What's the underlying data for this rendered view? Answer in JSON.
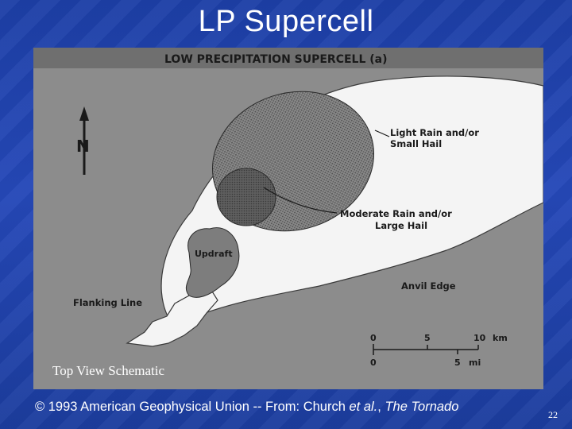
{
  "slide": {
    "title": "LP Supercell",
    "caption": "Top View Schematic",
    "credit_prefix": "© 1993 American Geophysical Union -- From: Church ",
    "credit_etal": "et al.",
    "credit_sep": ", ",
    "credit_source": "The Tornado",
    "page_number": "22"
  },
  "figure": {
    "heading": "LOW PRECIPITATION SUPERCELL (a)",
    "north_label": "N",
    "labels": {
      "light_rain_line1": "Light Rain and/or",
      "light_rain_line2": "Small Hail",
      "moderate_rain_line1": "Moderate Rain and/or",
      "moderate_rain_line2": "Large Hail",
      "updraft": "Updraft",
      "anvil_edge": "Anvil Edge",
      "flanking_line": "Flanking Line"
    },
    "scale": {
      "km_ticks": [
        "0",
        "5",
        "10"
      ],
      "km_unit": "km",
      "mi_ticks": [
        "0",
        "5"
      ],
      "mi_unit": "mi"
    }
  }
}
